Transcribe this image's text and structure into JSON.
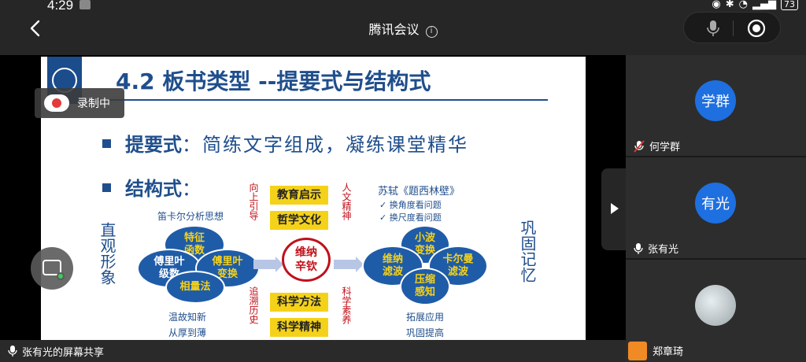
{
  "status_bar": {
    "time": "4:29",
    "battery": "73"
  },
  "header": {
    "title": "腾讯会议",
    "info_icon": "info-icon"
  },
  "slide": {
    "title": "4.2 板书类型 --提要式与结构式",
    "bullets": [
      {
        "term": "提要式",
        "desc": "：简练文字组成，凝练课堂精华"
      },
      {
        "term": "结构式",
        "desc": "："
      }
    ],
    "left_vertical": "直观形象",
    "right_vertical": "巩固记忆",
    "left_heading": "笛卡尔分析思想",
    "left_clover": [
      "特征\n函数",
      "傅里叶\n级数",
      "傅里叶\n变换",
      "相量法"
    ],
    "left_bottom": [
      "温故知新",
      "从厚到薄"
    ],
    "center_ellipse": "维纳\n辛钦",
    "yellow_boxes": [
      "教育启示",
      "哲学文化",
      "科学方法",
      "科学精神"
    ],
    "red_vertical": {
      "top_left": "向上引导",
      "top_right": "人文精神",
      "bottom_left": "追溯历史",
      "bottom_right": "科学素养"
    },
    "right_heading": "苏轼《题西林壁》",
    "right_checks": [
      "✓ 换角度看问题",
      "✓ 换尺度看问题"
    ],
    "right_clover": [
      "小波\n变换",
      "维纳\n滤波",
      "卡尔曼\n滤波",
      "压缩\n感知"
    ],
    "right_bottom": [
      "拓展应用",
      "巩固提高"
    ]
  },
  "overlay": {
    "recording": "录制中"
  },
  "share_label": "张有光的屏幕共享",
  "participants": [
    {
      "avatar": "学群",
      "name": "何学群",
      "muted": true
    },
    {
      "avatar": "有光",
      "name": "张有光",
      "muted": false
    },
    {
      "name": "郑章琦",
      "muted": false
    }
  ],
  "colors": {
    "accent": "#1e6fe0",
    "slide_blue": "#1f4e8c",
    "slide_red": "#c0101a",
    "yellow": "#f5d21a"
  }
}
